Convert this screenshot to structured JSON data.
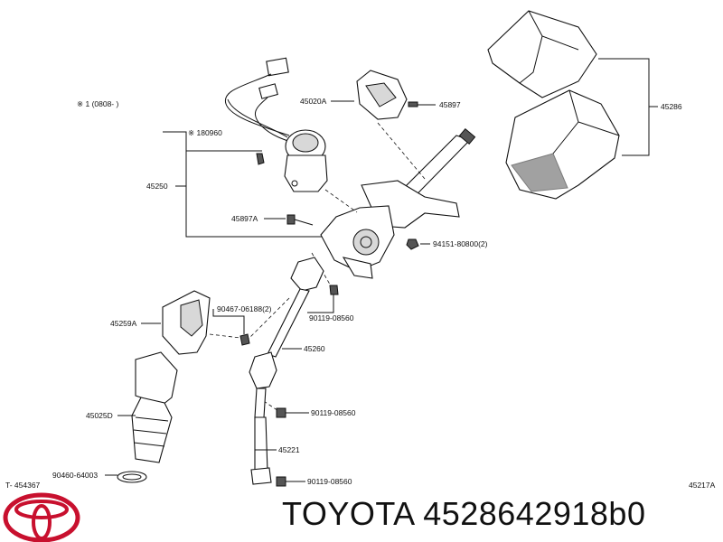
{
  "diagram": {
    "note_top": "※ 1 (0808-      )",
    "note_serial": "※ 180960",
    "ref_left": "T- 454367",
    "ref_right": "45217A",
    "labels": {
      "p45020A": "45020A",
      "p45897": "45897",
      "p45286": "45286",
      "p45250": "45250",
      "p45897A": "45897A",
      "p94151": "94151-80800(2)",
      "p90467": "90467-06188(2)",
      "p90119a": "90119-08560",
      "p45259A": "45259A",
      "p45260": "45260",
      "p90119b": "90119-08560",
      "p45025D": "45025D",
      "p45221": "45221",
      "p90460": "90460-64003",
      "p90119c": "90119-08560"
    }
  },
  "footer": {
    "brand_text": "TOYOTA 4528642918b0",
    "logo": "toyota-logo"
  }
}
